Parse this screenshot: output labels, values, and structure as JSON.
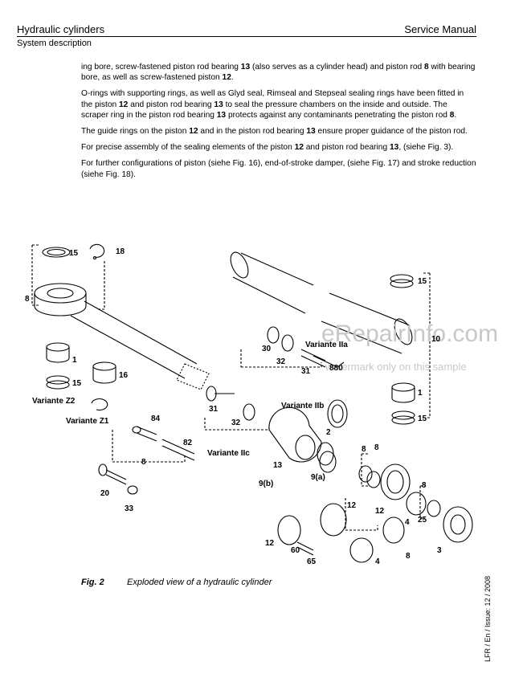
{
  "header": {
    "title": "Hydraulic cylinders",
    "right": "Service Manual",
    "subtitle": "System description"
  },
  "body": {
    "p1": [
      "ing bore, screw-fastened piston rod bearing ",
      "13",
      " (also serves as a cylinder head) and piston rod ",
      "8",
      " with bearing bore, as well as screw-fastened piston ",
      "12",
      "."
    ],
    "p2": [
      "O-rings with supporting rings, as well as Glyd seal, Rimseal and Stepseal sealing rings have been fitted in the piston ",
      "12",
      " and piston rod bearing ",
      "13",
      "  to seal the pressure chambers on the inside and outside. The scraper ring in the piston rod bearing ",
      "13",
      " protects against any contaminants penetrating the piston rod ",
      "8",
      "."
    ],
    "p3": [
      "The guide rings on the piston ",
      "12",
      " and in the piston rod bearing ",
      "13",
      " ensure proper guidance of the piston rod."
    ],
    "p4": [
      "For precise assembly of the sealing elements of the piston ",
      "12",
      " and piston rod bearing ",
      "13",
      ", (siehe Fig. 3)."
    ],
    "p5": "For further configurations of piston (siehe Fig. 16), end-of-stroke damper, (siehe Fig. 17) and stroke reduction (siehe Fig. 18)."
  },
  "figure": {
    "watermark": "eRepairInfo.com",
    "watermark_sub": "watermark only on this sample",
    "variant_labels": [
      "Variante Z2",
      "Variante Z1",
      "Variante IIa",
      "Variante IIb",
      "Variante IIc"
    ],
    "part_numbers": [
      "15",
      "18",
      "8",
      "1",
      "16",
      "15",
      "30",
      "32",
      "31",
      "880",
      "10",
      "15",
      "1",
      "15",
      "84",
      "82",
      "8",
      "31",
      "32",
      "2",
      "13",
      "9(b)",
      "9(a)",
      "8",
      "12",
      "20",
      "33",
      "8",
      "12",
      "4",
      "25",
      "3",
      "12",
      "60",
      "65",
      "4",
      "8",
      "8"
    ]
  },
  "caption": {
    "number": "Fig. 2",
    "text": "Exploded view of a hydraulic cylinder"
  },
  "footer": {
    "vertical": "LFR / En / Issue: 12 / 2008"
  }
}
